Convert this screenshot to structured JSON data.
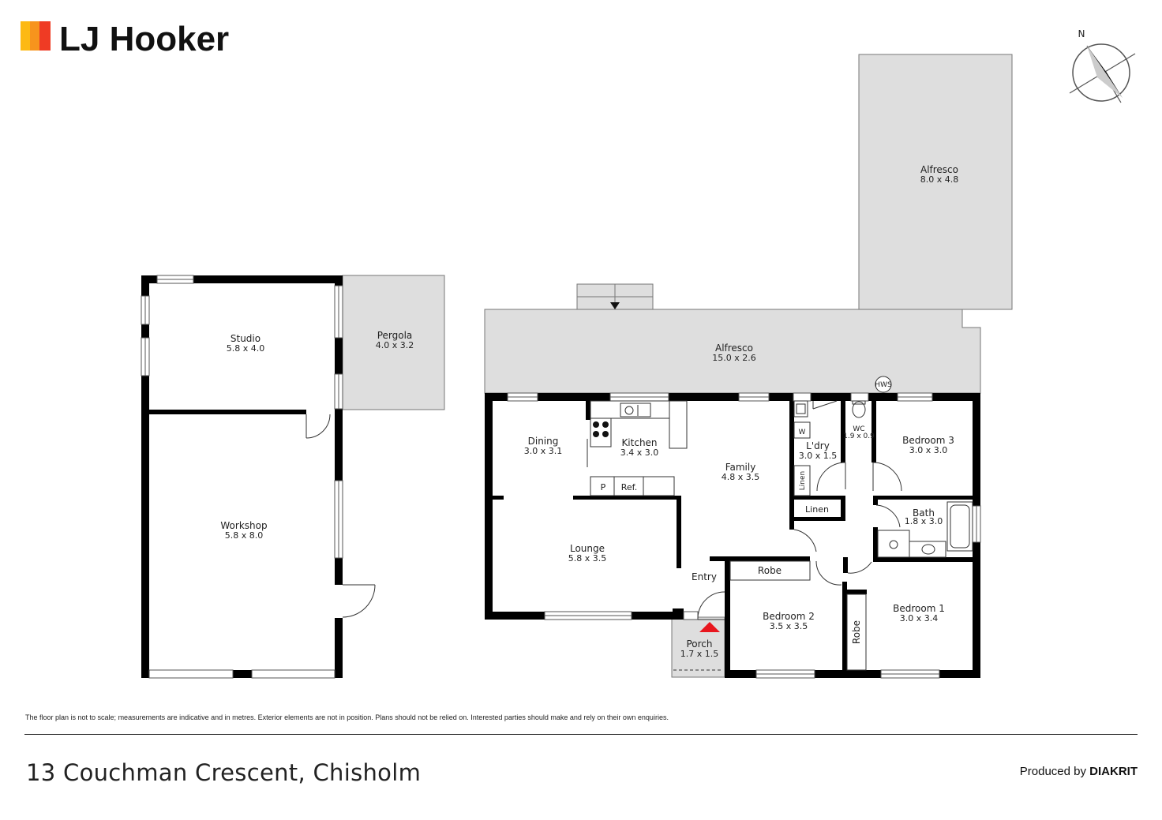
{
  "brand": {
    "name": "LJ Hooker",
    "colors": [
      "#f7941d",
      "#ef3b24",
      "#fdb913"
    ]
  },
  "compass": {
    "label": "N"
  },
  "rooms": {
    "studio": {
      "name": "Studio",
      "dims": "5.8 x 4.0"
    },
    "pergola": {
      "name": "Pergola",
      "dims": "4.0 x 3.2"
    },
    "workshop": {
      "name": "Workshop",
      "dims": "5.8 x 8.0"
    },
    "alfresco_main": {
      "name": "Alfresco",
      "dims": "15.0 x 2.6"
    },
    "alfresco_upper": {
      "name": "Alfresco",
      "dims": "8.0 x 4.8"
    },
    "dining": {
      "name": "Dining",
      "dims": "3.0 x 3.1"
    },
    "kitchen": {
      "name": "Kitchen",
      "dims": "3.4 x 3.0"
    },
    "family": {
      "name": "Family",
      "dims": "4.8 x 3.5"
    },
    "laundry": {
      "name": "L'dry",
      "dims": "3.0 x 1.5"
    },
    "wc": {
      "name": "WC",
      "dims": "1.9 x 0.9"
    },
    "bedroom3": {
      "name": "Bedroom 3",
      "dims": "3.0 x 3.0"
    },
    "bath": {
      "name": "Bath",
      "dims": "1.8 x 3.0"
    },
    "lounge": {
      "name": "Lounge",
      "dims": "5.8 x 3.5"
    },
    "bedroom2": {
      "name": "Bedroom 2",
      "dims": "3.5 x 3.5"
    },
    "bedroom1": {
      "name": "Bedroom 1",
      "dims": "3.0 x 3.4"
    },
    "porch": {
      "name": "Porch",
      "dims": "1.7 x 1.5"
    }
  },
  "fixtures": {
    "pantry": "P",
    "fridge": "Ref.",
    "washer": "W",
    "linen1": "Linen",
    "linen2": "Linen",
    "robe1": "Robe",
    "robe2": "Robe",
    "entry": "Entry",
    "hws": "HWS"
  },
  "footer": {
    "disclaimer": "The floor plan is not to scale; measurements are indicative and in metres. Exterior elements are not in position. Plans should not be relied on. Interested parties should make and rely on their own enquiries.",
    "address": "13 Couchman Crescent, Chisholm",
    "produced_prefix": "Produced by",
    "produced_brand": "DIAKRIT"
  }
}
